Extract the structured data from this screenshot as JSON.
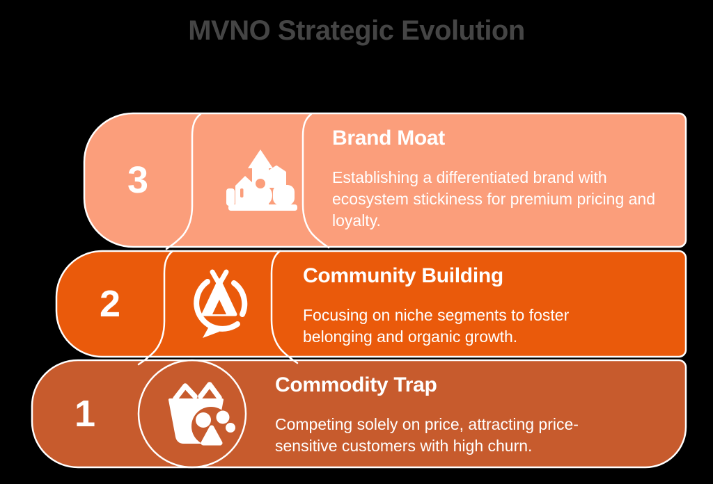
{
  "title": "MVNO Strategic Evolution",
  "colors": {
    "background": "#000000",
    "title_text": "#454545",
    "stage_text": "#FFFFFF",
    "outline": "#FFFFFF",
    "stage1_rust": "#C75B2D",
    "stage2_orange": "#EA5A0B",
    "stage3_salmon": "#FB9E7B"
  },
  "stages": [
    {
      "number": "1",
      "name": "Commodity Trap",
      "description": "Competing solely on price, attracting price-sensitive customers with high churn.",
      "icon": "shopping-basket-icon",
      "color": "#C75B2D"
    },
    {
      "number": "2",
      "name": "Community Building",
      "description": "Focusing on niche segments to foster belonging and organic growth.",
      "icon": "community-tipi-icon",
      "color": "#EA5A0B"
    },
    {
      "number": "3",
      "name": "Brand Moat",
      "description": "Establishing a differentiated brand with ecosystem stickiness for premium pricing and loyalty.",
      "icon": "castle-moat-icon",
      "color": "#FB9E7B"
    }
  ]
}
